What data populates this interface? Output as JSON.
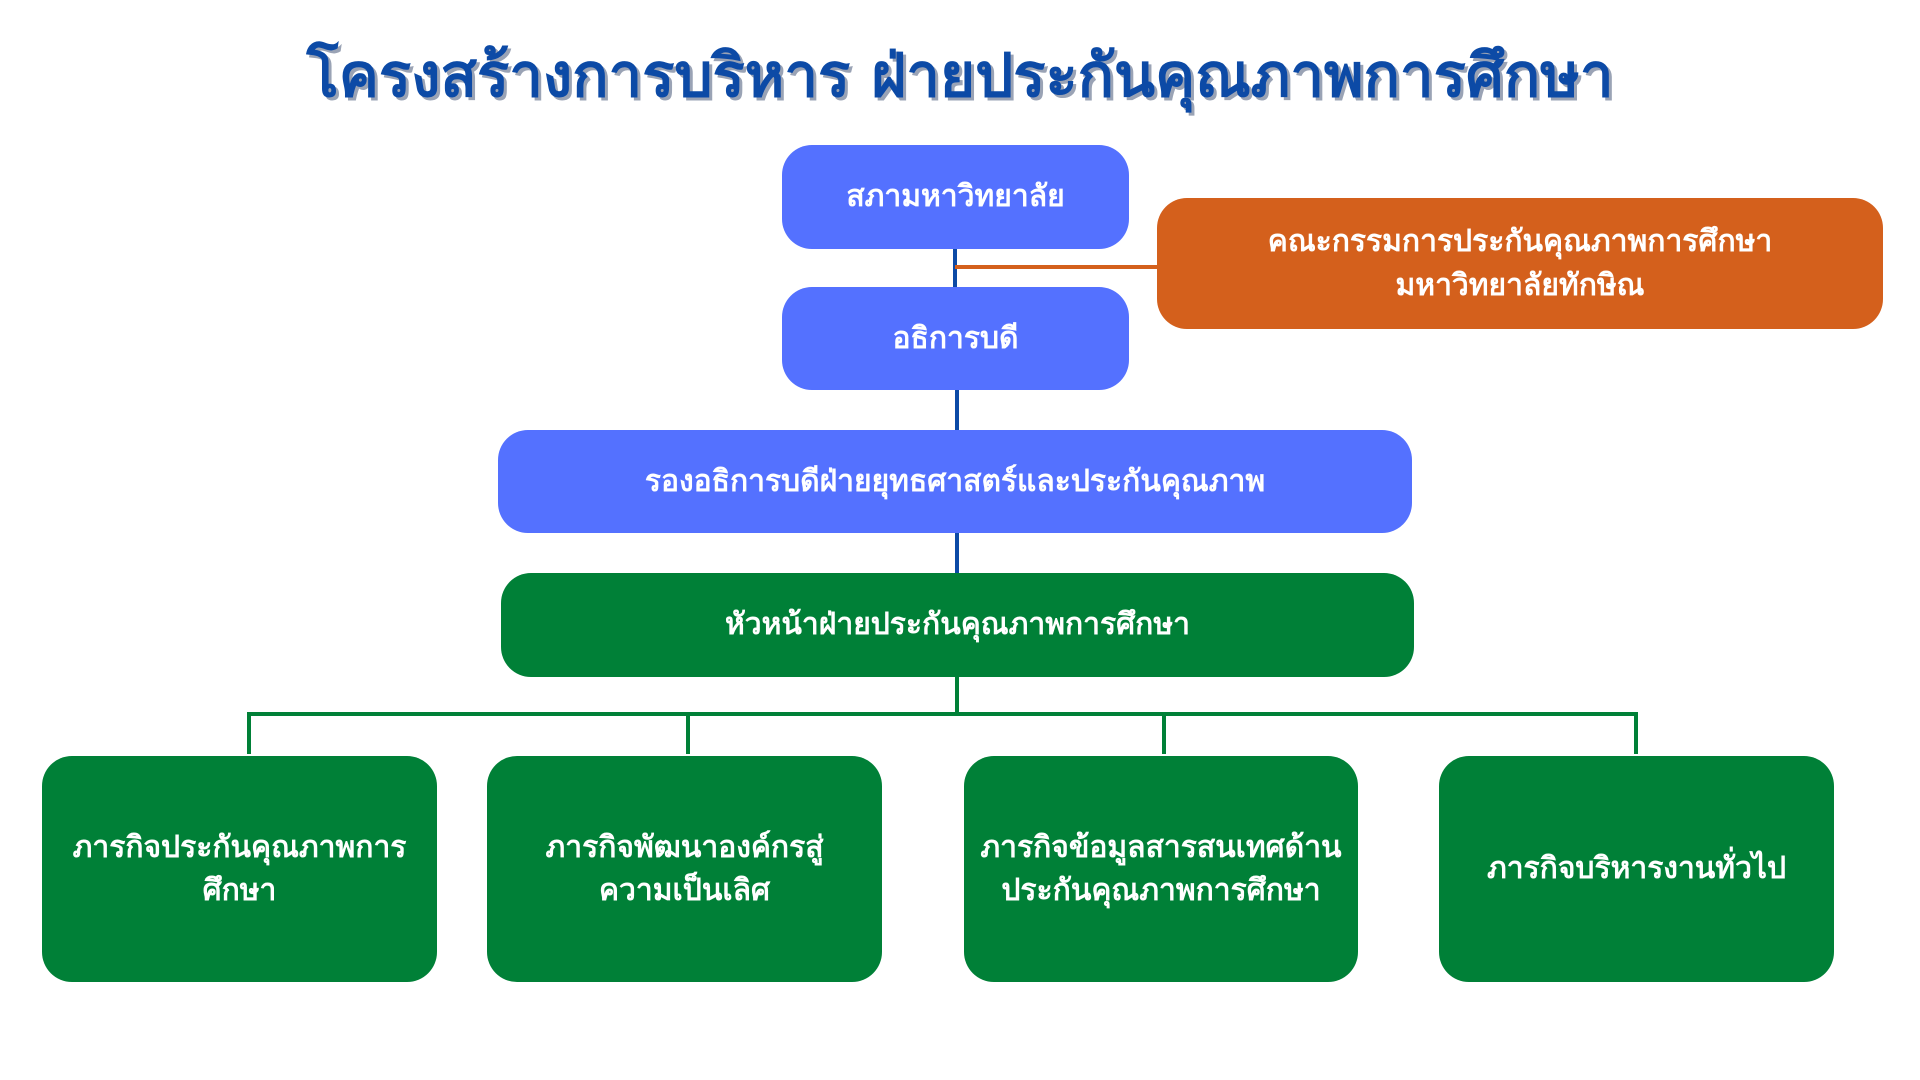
{
  "title": "โครงสร้างการบริหาร ฝ่ายประกันคุณภาพการศึกษา",
  "nodes": {
    "council": "สภามหาวิทยาลัย",
    "committee": "คณะกรรมการประกันคุณภาพการศึกษา\nมหาวิทยาลัยทักษิณ",
    "president": "อธิการบดี",
    "vice_president": "รองอธิการบดีฝ่ายยุทธศาสตร์และประกันคุณภาพ",
    "head": "หัวหน้าฝ่ายประกันคุณภาพการศึกษา",
    "missions": [
      "ภารกิจประกันคุณภาพการ\nศึกษา",
      "ภารกิจพัฒนาองค์กรสู่\nความเป็นเลิศ",
      "ภารกิจข้อมูลสารสนเทศด้าน\nประกันคุณภาพการศึกษา",
      "ภารกิจบริหารงานทั่วไป"
    ]
  },
  "colors": {
    "blue": "#5471ff",
    "green": "#008037",
    "orange": "#d4601c",
    "title": "#0c4aa6"
  }
}
